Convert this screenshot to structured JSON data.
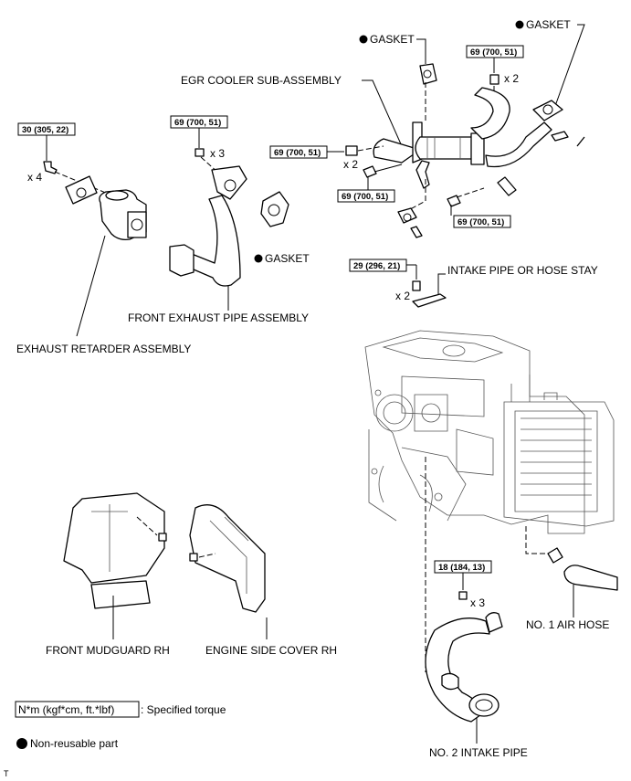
{
  "labels": {
    "egr_gasket": "GASKET",
    "top_gasket": "GASKET",
    "egr_cooler": "EGR COOLER SUB-ASSEMBLY",
    "pipe_gasket": "GASKET",
    "front_exhaust": "FRONT EXHAUST PIPE ASSEMBLY",
    "exhaust_retarder": "EXHAUST RETARDER ASSEMBLY",
    "intake_stay": "INTAKE PIPE OR HOSE STAY",
    "mudguard": "FRONT MUDGUARD RH",
    "side_cover": "ENGINE SIDE COVER RH",
    "air_hose": "NO. 1 AIR HOSE",
    "intake_pipe": "NO. 2 INTAKE PIPE",
    "corner_mark": "T"
  },
  "torques": {
    "retarder": "30 (305, 22)",
    "exhaust_pipe": "69 (700, 51)",
    "egr_top": "69 (700, 51)",
    "egr_left": "69 (700, 51)",
    "egr_mid": "69 (700, 51)",
    "egr_right": "69 (700, 51)",
    "stay": "29 (296, 21)",
    "intake_pipe": "18 (184, 13)"
  },
  "quantities": {
    "retarder": "x 4",
    "exhaust_pipe": "x 3",
    "egr_top": "x 2",
    "egr_left": "x 2",
    "stay": "x 2",
    "intake_pipe": "x 3"
  },
  "legend": {
    "torque_unit": "N*m (kgf*cm, ft.*lbf)",
    "torque_text": ": Specified torque",
    "nonreusable_text": "Non-reusable part"
  }
}
